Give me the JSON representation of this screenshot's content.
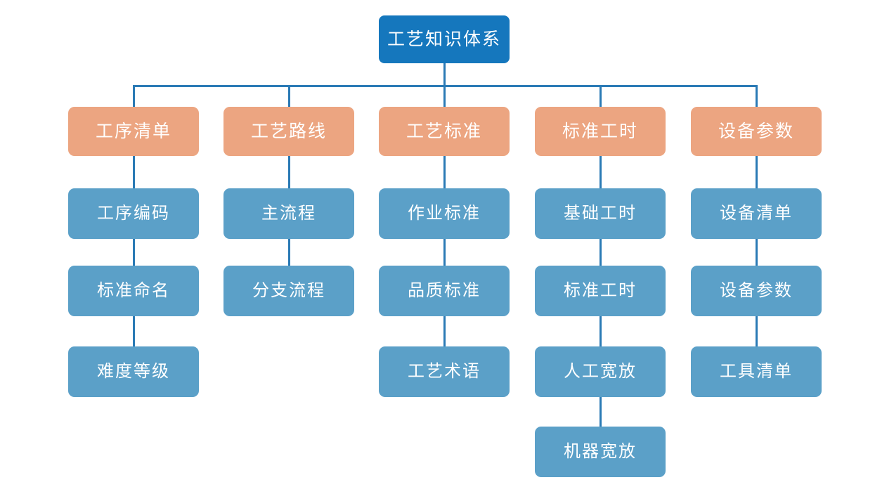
{
  "diagram": {
    "type": "organization-tree",
    "title": "工艺知识体系",
    "colors": {
      "root": "#1577bd",
      "level2": "#eca581",
      "level3": "#5ba0c8",
      "connector": "#2a7ab5",
      "label": "#ffffff",
      "background": "#ffffff"
    },
    "root": {
      "label": "工艺知识体系"
    },
    "branches": [
      {
        "label": "工序清单",
        "children": [
          {
            "label": "工序编码"
          },
          {
            "label": "标准命名"
          },
          {
            "label": "难度等级"
          }
        ]
      },
      {
        "label": "工艺路线",
        "children": [
          {
            "label": "主流程"
          },
          {
            "label": "分支流程"
          }
        ]
      },
      {
        "label": "工艺标准",
        "children": [
          {
            "label": "作业标准"
          },
          {
            "label": "品质标准"
          },
          {
            "label": "工艺术语"
          }
        ]
      },
      {
        "label": "标准工时",
        "children": [
          {
            "label": "基础工时"
          },
          {
            "label": "标准工时"
          },
          {
            "label": "人工宽放"
          },
          {
            "label": "机器宽放"
          }
        ]
      },
      {
        "label": "设备参数",
        "children": [
          {
            "label": "设备清单"
          },
          {
            "label": "设备参数"
          },
          {
            "label": "工具清单"
          }
        ]
      }
    ]
  }
}
